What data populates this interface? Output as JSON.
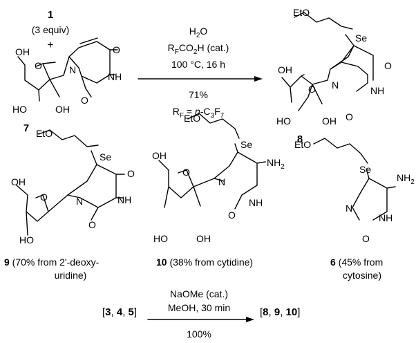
{
  "reaction1": {
    "reagent_number": "1",
    "reagent_equiv": "(3 equiv)",
    "plus": "+",
    "substrate_number": "7",
    "conditions": {
      "solvent": "H2O",
      "catalyst": "RFCO2H (cat.)",
      "temp_time": "100 °C, 16 h",
      "yield": "71%",
      "rf_def": "RF = n-C3F7"
    },
    "product_number": "8"
  },
  "compounds": [
    {
      "number": "9",
      "note_line1": " (70% from 2'-deoxy-",
      "note_line2": "uridine)"
    },
    {
      "number": "10",
      "note_line1": " (38% from cytidine)"
    },
    {
      "number": "6",
      "note_line1": " (45% from",
      "note_line2": "cytosine)"
    }
  ],
  "reaction2": {
    "reactants": [
      "3",
      "4",
      "5"
    ],
    "products": [
      "8",
      "9",
      "10"
    ],
    "conditions": {
      "catalyst": "NaOMe (cat.)",
      "solvent_time": "MeOH, 30 min",
      "yield": "100%"
    }
  },
  "atom_labels": {
    "OH": "OH",
    "HO": "HO",
    "O": "O",
    "N": "N",
    "NH": "NH",
    "NH2": "NH2",
    "Se": "Se",
    "EtO": "EtO",
    "H": "H"
  }
}
